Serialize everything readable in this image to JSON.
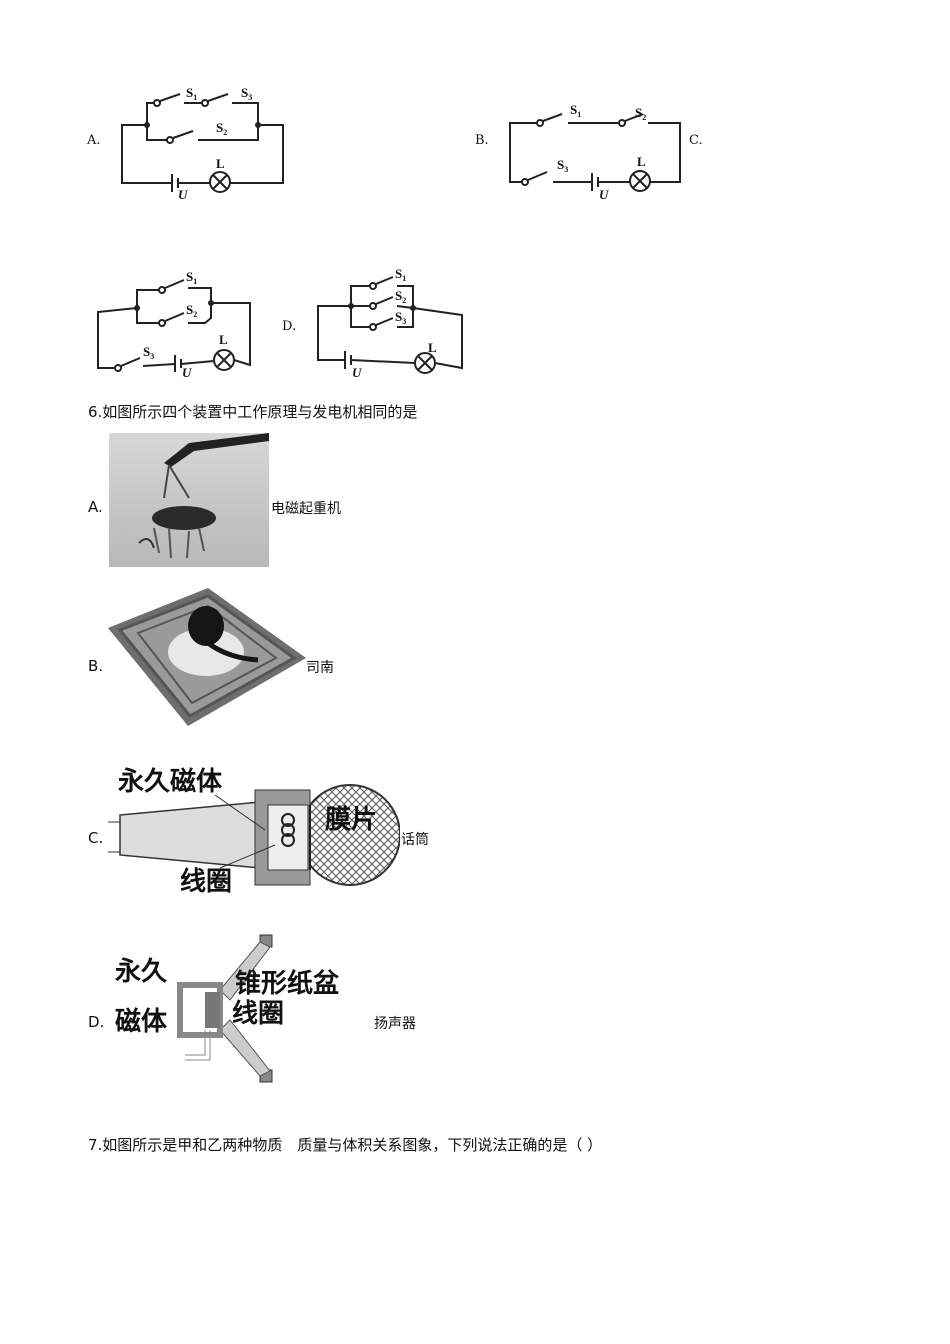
{
  "q5": {
    "options": {
      "a": "A.",
      "b": "B.",
      "c": "C.",
      "d": "D."
    },
    "circuit_labels": {
      "s1": "S",
      "s2": "S",
      "s3": "S",
      "sub1": "1",
      "sub2": "2",
      "sub3": "3",
      "lamp": "L",
      "source": "U"
    }
  },
  "q6": {
    "stem": "6.如图所示四个装置中工作原理与发电机相同的是",
    "options": [
      {
        "letter": "A.",
        "caption": "电磁起重机"
      },
      {
        "letter": "B.",
        "caption": "司南"
      },
      {
        "letter": "C.",
        "caption": "话筒",
        "labels": {
          "magnet": "永久磁体",
          "diaphragm": "膜片",
          "coil": "线圈"
        }
      },
      {
        "letter": "D.",
        "caption": "扬声器",
        "labels": {
          "magnet_1": "永久",
          "magnet_2": "磁体",
          "cone": "锥形纸盆",
          "coil": "线圈"
        }
      }
    ]
  },
  "q7": {
    "stem": "7.如图所示是甲和乙两种物质　质量与体积关系图象，下列说法正确的是（  ）"
  }
}
